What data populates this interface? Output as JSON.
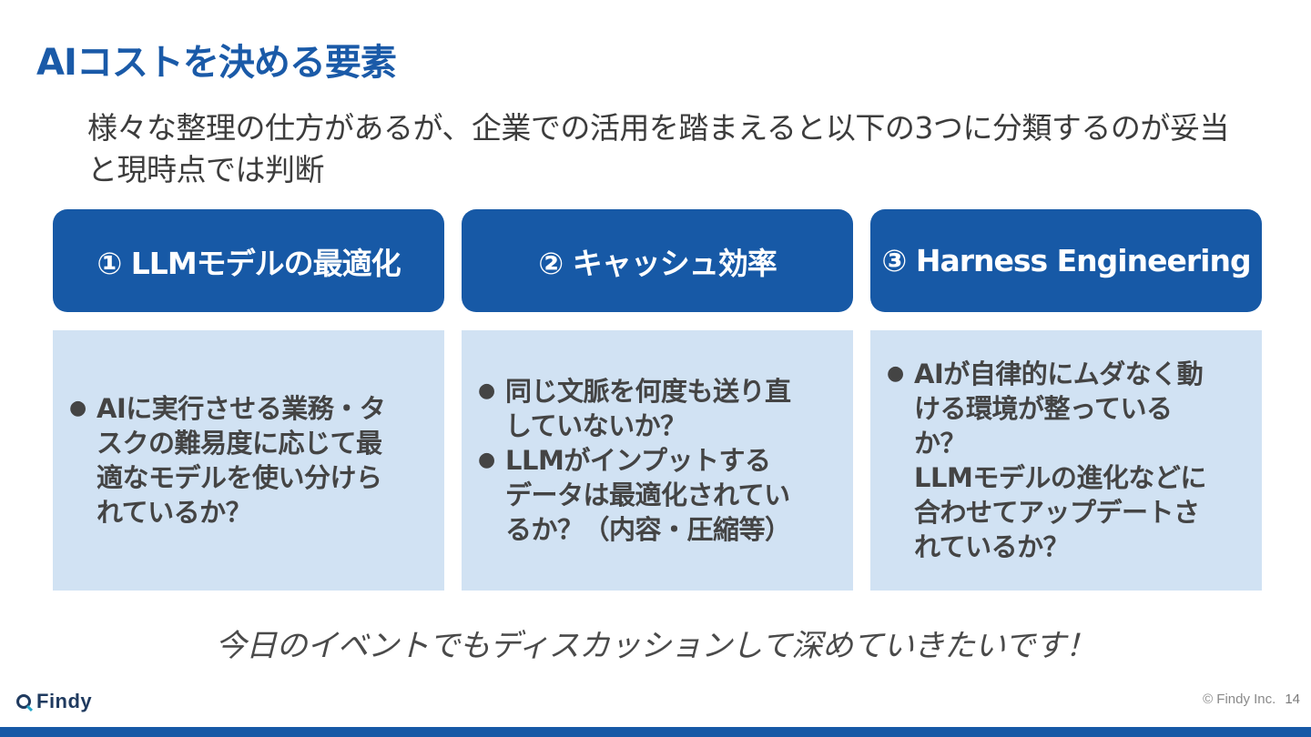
{
  "slide": {
    "title": "AIコストを決める要素",
    "subtitle": "様々な整理の仕方があるが、企業での活用を踏まえると以下の3つに分類するのが妥当と現時点では判断",
    "columns": [
      {
        "header": "① LLMモデルの最適化",
        "bullets": [
          "AIに実行させる業務・タ\nスクの難易度に応じて最\n適なモデルを使い分けら\nれているか？"
        ]
      },
      {
        "header": "② キャッシュ効率",
        "bullets": [
          "同じ文脈を何度も送り直\nしていないか？",
          "LLMがインプットする\nデータは最適化されてい\nるか？（内容・圧縮等）"
        ]
      },
      {
        "header": "③ Harness Engineering",
        "bullets": [
          "AIが自律的にムダなく動\nける環境が整っている\nか？\nLLMモデルの進化などに\n合わせてアップデートさ\nれているか？"
        ]
      }
    ],
    "closing": "今日のイベントでもディスカッションして深めていきたいです！"
  },
  "footer": {
    "logo_text": "Findy",
    "copyright": "© Findy Inc.",
    "page_number": "14"
  },
  "colors": {
    "title": "#1a5aa8",
    "header_bg": "#1759a6",
    "body_bg": "#d1e2f3",
    "bottom_bar": "#1759a6"
  },
  "icons": {
    "logo": "findy-logo-icon",
    "bullet": "bullet-dot-icon"
  }
}
